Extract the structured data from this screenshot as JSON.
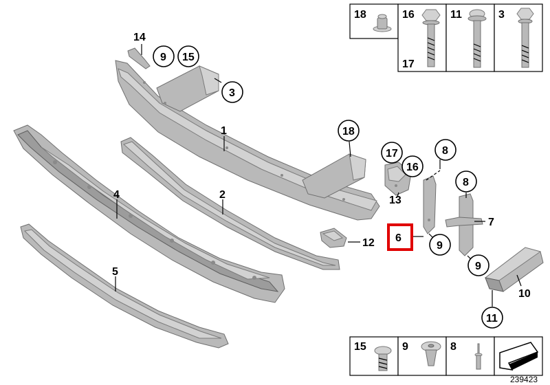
{
  "diagram_id": "239423",
  "labels": {
    "l1": "1",
    "l2": "2",
    "l3": "3",
    "l4": "4",
    "l5": "5",
    "l6": "6",
    "l7": "7",
    "l8a": "8",
    "l8b": "8",
    "l9a": "9",
    "l9b": "9",
    "l9c": "9",
    "l10": "10",
    "l11": "11",
    "l12": "12",
    "l13": "13",
    "l14": "14",
    "l15": "15",
    "l16": "16",
    "l17": "17",
    "l18": "18"
  },
  "top_table": {
    "c18": "18",
    "c16": "16",
    "c17": "17",
    "c11": "11",
    "c3": "3"
  },
  "bottom_table": {
    "c15": "15",
    "c9": "9",
    "c8": "8"
  },
  "selected_part": "6",
  "highlight_color": "#e00000"
}
